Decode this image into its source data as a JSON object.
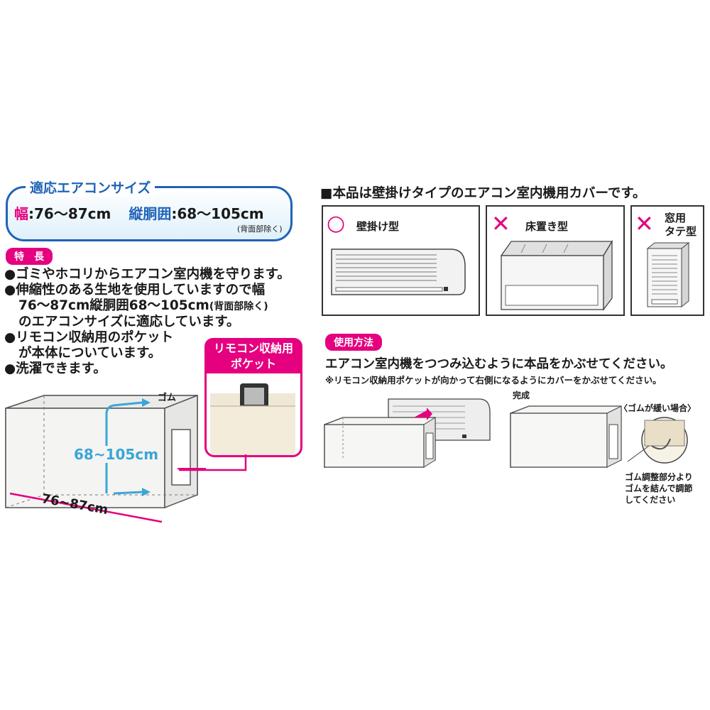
{
  "size_box": {
    "title": "適応エアコンサイズ",
    "width_label": "幅",
    "width_value": ":76〜87cm",
    "girth_label": "縦胴囲",
    "girth_value": ":68〜105cm",
    "note": "(背面部除く)"
  },
  "features": {
    "tag": "特　長",
    "lines": [
      "●ゴミやホコリからエアコン室内機を守ります。",
      "●伸縮性のある生地を使用していますので幅",
      "76〜87cm縦胴囲68〜105cm",
      "(背面部除く)",
      "のエアコンサイズに適応しています。",
      "●リモコン収納用のポケット",
      "が本体についています。",
      "●洗濯できます。"
    ]
  },
  "illustration": {
    "rubber_label": "ゴム",
    "girth_dim": "68~105cm",
    "width_dim": "76~87cm"
  },
  "pocket": {
    "title_line1": "リモコン収納用",
    "title_line2": "ポケット"
  },
  "types": {
    "heading": "■本品は壁掛けタイプのエアコン室内機用カバーです。",
    "ok_symbol": "○",
    "ng_symbol": "✕",
    "wall": "壁掛け型",
    "floor": "床置き型",
    "window_line1": "窓用",
    "window_line2": "タテ型"
  },
  "usage": {
    "tag": "使用方法",
    "main": "エアコン室内機をつつみ込むように本品をかぶせてください。",
    "note": "※リモコン収納用ポケットが向かって右側になるようにカバーをかぶせてください。",
    "done_label": "完成",
    "loose_label": "〈ゴムが緩い場合〉",
    "adjust_line1": "ゴム調整部分より",
    "adjust_line2": "ゴムを結んで調節",
    "adjust_line3": "してください"
  },
  "colors": {
    "accent_blue": "#1f63b8",
    "accent_pink": "#e4007f",
    "cyan": "#3aa6d8"
  }
}
